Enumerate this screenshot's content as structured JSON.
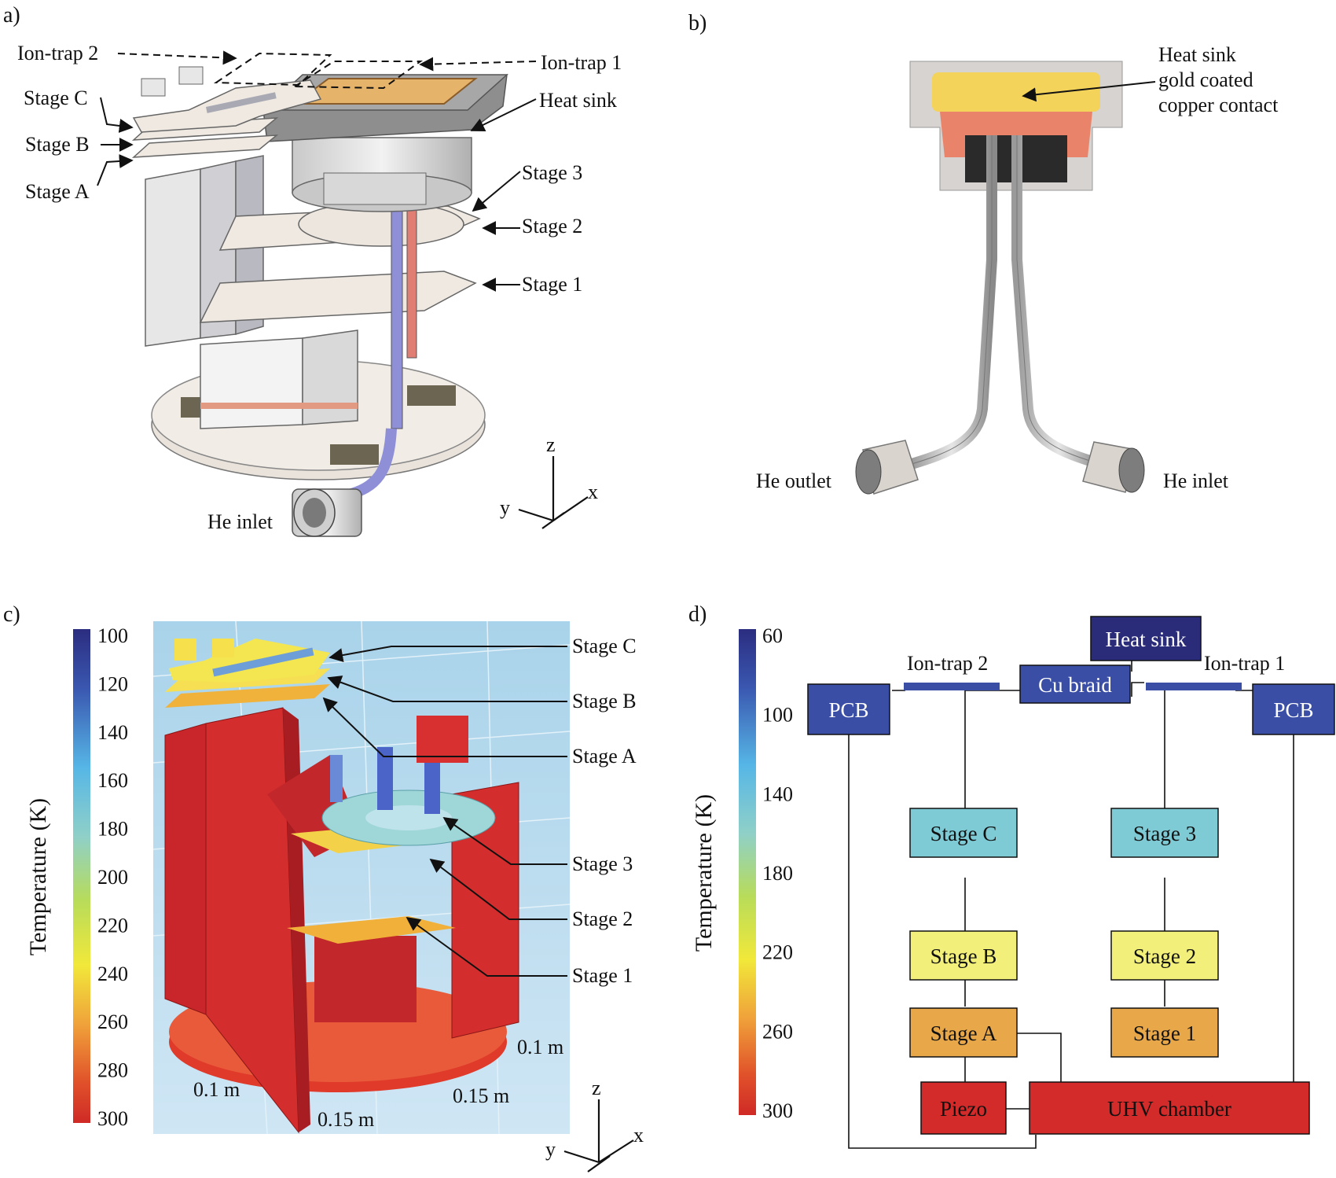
{
  "panels": {
    "a": {
      "label": "a)",
      "annotations": [
        "Ion-trap 2",
        "Ion-trap 1",
        "Stage C",
        "Stage B",
        "Stage A",
        "Heat sink",
        "Stage 3",
        "Stage 2",
        "Stage 1",
        "He inlet"
      ],
      "axes": {
        "z": "z",
        "y": "y",
        "x": "x"
      }
    },
    "b": {
      "label": "b)",
      "heat_sink_lines": [
        "Heat sink",
        "gold coated",
        "copper contact"
      ],
      "outlet": "He outlet",
      "inlet": "He inlet"
    },
    "c": {
      "label": "c)",
      "colorbar_title": "Temperature (K)",
      "colorbar_ticks": [
        "100",
        "120",
        "140",
        "160",
        "180",
        "200",
        "220",
        "240",
        "260",
        "280",
        "300"
      ],
      "annotations": [
        "Stage C",
        "Stage B",
        "Stage A",
        "Stage 3",
        "Stage 2",
        "Stage 1"
      ],
      "dimensions": [
        "0.1 m",
        "0.1 m",
        "0.15 m",
        "0.15 m"
      ],
      "axes": {
        "z": "z",
        "y": "y",
        "x": "x"
      }
    },
    "d": {
      "label": "d)",
      "colorbar_title": "Temperature (K)",
      "colorbar_ticks": [
        "60",
        "100",
        "140",
        "180",
        "220",
        "260",
        "300"
      ],
      "trap_labels": [
        "Ion-trap 2",
        "Ion-trap 1"
      ],
      "boxes": {
        "heat_sink": "Heat sink",
        "cu_braid": "Cu braid",
        "pcb_left": "PCB",
        "pcb_right": "PCB",
        "stage_c": "Stage C",
        "stage_3": "Stage 3",
        "stage_b": "Stage B",
        "stage_2": "Stage 2",
        "stage_a": "Stage A",
        "stage_1": "Stage 1",
        "piezo": "Piezo",
        "uhv": "UHV chamber"
      },
      "colors": {
        "dark_blue": "#2a2c7a",
        "blue": "#3a4ea5",
        "cyan": "#7ecbd6",
        "yellow": "#f2f07a",
        "orange": "#e8a84a",
        "red": "#d32a2a"
      }
    }
  }
}
